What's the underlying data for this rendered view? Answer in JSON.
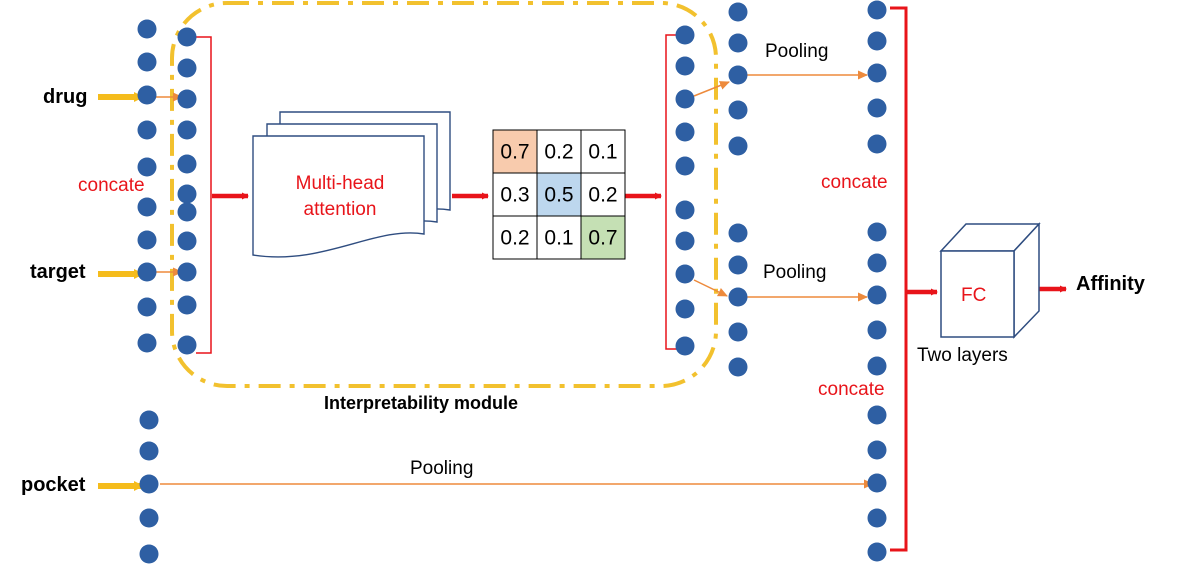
{
  "inputs": {
    "drug": "drug",
    "target": "target",
    "pocket": "pocket"
  },
  "labels": {
    "concate_left": "concate",
    "concate_right_top": "concate",
    "concate_right_bottom": "concate",
    "pooling_top": "Pooling",
    "pooling_middle": "Pooling",
    "pooling_bottom": "Pooling",
    "attention": "Multi-head\nattention",
    "module": "Interpretability module",
    "fc": "FC",
    "two_layers": "Two layers",
    "output": "Affinity"
  },
  "matrix": [
    [
      "0.7",
      "0.2",
      "0.1"
    ],
    [
      "0.3",
      "0.5",
      "0.2"
    ],
    [
      "0.2",
      "0.1",
      "0.7"
    ]
  ],
  "colors": {
    "node": "#2e5fa3",
    "arrow_red": "#e8141a",
    "arrow_yellow": "#f5bc1c",
    "arrow_orange": "#ed8a3c",
    "module_border": "#f2c12e",
    "highlight_orange": "#f8cbad",
    "highlight_blue": "#bdd7ee",
    "highlight_green": "#c5e0b4"
  }
}
